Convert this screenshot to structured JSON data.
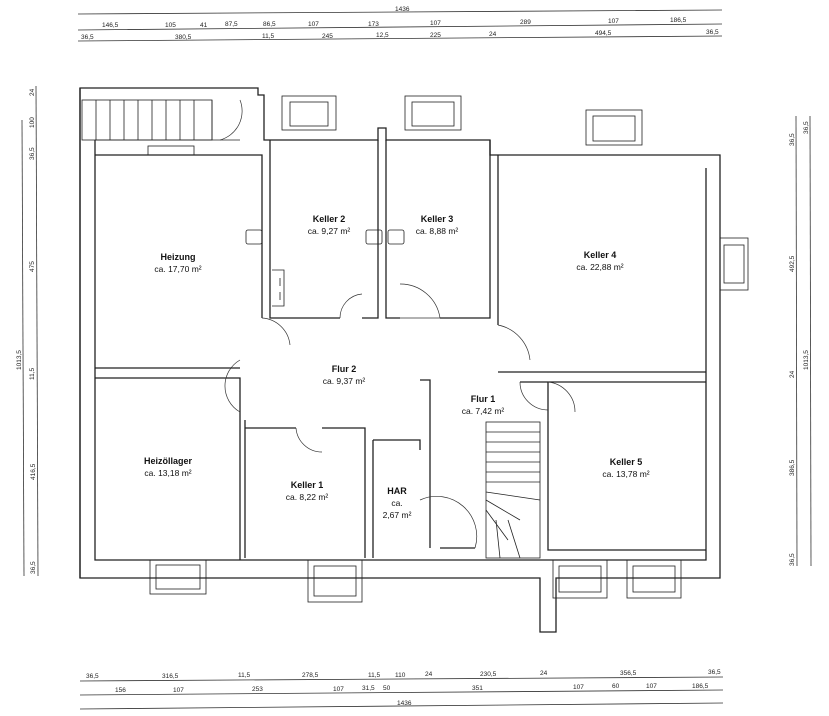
{
  "dimensions": {
    "top_total": "1436",
    "top_row1": [
      "146,5",
      "105",
      "41",
      "87,5",
      "86,5",
      "107",
      "173",
      "107",
      "289",
      "107",
      "186,5"
    ],
    "top_row2": [
      "36,5",
      "380,5",
      "11,5",
      "245",
      "12,5",
      "225",
      "24",
      "494,5",
      "36,5"
    ],
    "bottom_row1": [
      "36,5",
      "316,5",
      "11,5",
      "278,5",
      "11,5",
      "110",
      "24",
      "230,5",
      "24",
      "356,5",
      "36,5"
    ],
    "bottom_row2": [
      "156",
      "107",
      "253",
      "107",
      "31,5",
      "50",
      "351",
      "107",
      "60",
      "107",
      "186,5"
    ],
    "bottom_total": "1436",
    "left_total": "1013,5",
    "left": [
      "24",
      "100",
      "36,5",
      "475",
      "11,5",
      "416,5",
      "36,5"
    ],
    "right_total": "1013,5",
    "right": [
      "36,5",
      "36,5",
      "492,5",
      "24",
      "386,5",
      "36,5"
    ]
  },
  "rooms": [
    {
      "name": "Heizung",
      "area": "ca. 17,70 m²"
    },
    {
      "name": "Keller 2",
      "area": "ca. 9,27 m²"
    },
    {
      "name": "Keller 3",
      "area": "ca. 8,88 m²"
    },
    {
      "name": "Keller 4",
      "area": "ca. 22,88 m²"
    },
    {
      "name": "Flur 2",
      "area": "ca. 9,37 m²"
    },
    {
      "name": "Flur 1",
      "area": "ca. 7,42 m²"
    },
    {
      "name": "Heizöllager",
      "area": "ca. 13,18 m²"
    },
    {
      "name": "Keller 1",
      "area": "ca. 8,22 m²"
    },
    {
      "name": "HAR",
      "area": "ca.",
      "area2": "2,67 m²"
    },
    {
      "name": "Keller 5",
      "area": "ca. 13,78 m²"
    }
  ]
}
